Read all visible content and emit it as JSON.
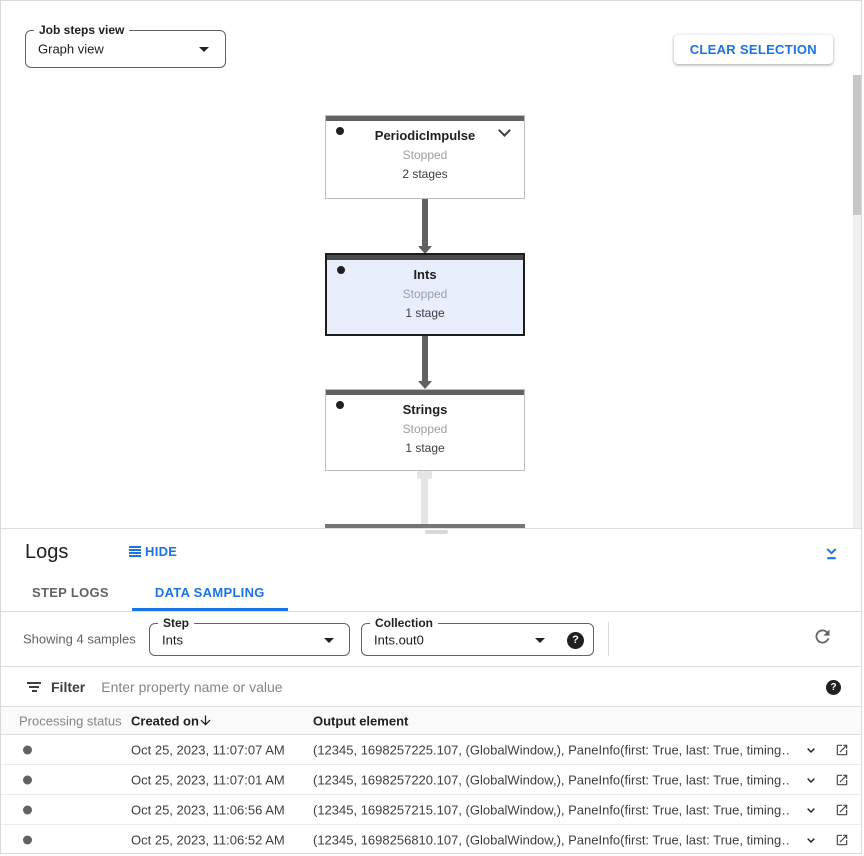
{
  "controls": {
    "job_steps_view": {
      "label": "Job steps view",
      "value": "Graph view"
    },
    "clear_selection_label": "CLEAR SELECTION"
  },
  "graph": {
    "nodes": [
      {
        "title": "PeriodicImpulse",
        "status": "Stopped",
        "stages": "2 stages",
        "selected": false,
        "expandable": true
      },
      {
        "title": "Ints",
        "status": "Stopped",
        "stages": "1 stage",
        "selected": true,
        "expandable": false
      },
      {
        "title": "Strings",
        "status": "Stopped",
        "stages": "1 stage",
        "selected": false,
        "expandable": false
      }
    ]
  },
  "logs_panel": {
    "title": "Logs",
    "hide_label": "HIDE",
    "tabs": [
      {
        "label": "STEP LOGS",
        "active": false
      },
      {
        "label": "DATA SAMPLING",
        "active": true
      }
    ],
    "toolbar": {
      "showing_text": "Showing 4 samples",
      "step": {
        "label": "Step",
        "value": "Ints"
      },
      "collection": {
        "label": "Collection",
        "value": "Ints.out0"
      }
    },
    "filter": {
      "label": "Filter",
      "placeholder": "Enter property name or value"
    },
    "table": {
      "columns": [
        "Processing status",
        "Created on",
        "Output element"
      ],
      "sort_column": "Created on",
      "sort_direction": "descending",
      "rows": [
        {
          "created_on": "Oct 25, 2023, 11:07:07 AM",
          "output_element": "(12345, 1698257225.107, (GlobalWindow,), PaneInfo(first: True, last: True, timing…"
        },
        {
          "created_on": "Oct 25, 2023, 11:07:01 AM",
          "output_element": "(12345, 1698257220.107, (GlobalWindow,), PaneInfo(first: True, last: True, timing…"
        },
        {
          "created_on": "Oct 25, 2023, 11:06:56 AM",
          "output_element": "(12345, 1698257215.107, (GlobalWindow,), PaneInfo(first: True, last: True, timing…"
        },
        {
          "created_on": "Oct 25, 2023, 11:06:52 AM",
          "output_element": "(12345, 1698256810.107, (GlobalWindow,), PaneInfo(first: True, last: True, timing…"
        }
      ]
    }
  },
  "icons": {
    "help_glyph": "?"
  },
  "colors": {
    "accent_blue": "#1a73e8",
    "selected_node_bg": "#e8eefb",
    "node_bar_gray": "#616161",
    "status_text_gray": "#9aa0a6",
    "muted_text": "#5f6368"
  }
}
